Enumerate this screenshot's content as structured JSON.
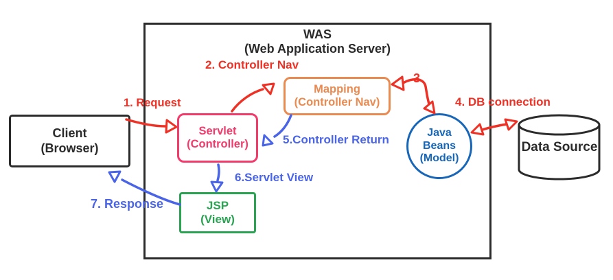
{
  "was": {
    "title_line1": "WAS",
    "title_line2": "(Web Application Server)"
  },
  "nodes": {
    "client": {
      "line1": "Client",
      "line2": "(Browser)"
    },
    "servlet": {
      "line1": "Servlet",
      "line2": "(Controller)"
    },
    "mapping": {
      "line1": "Mapping",
      "line2": "(Controller Nav)"
    },
    "jsp": {
      "line1": "JSP",
      "line2": "(View)"
    },
    "javabeans": {
      "line1": "Java",
      "line2": "Beans",
      "line3": "(Model)"
    },
    "datasource": {
      "label": "Data Source"
    }
  },
  "flows": {
    "request": {
      "label": "1. Request"
    },
    "controller_nav": {
      "label": "2. Controller Nav"
    },
    "mapping_to_model": {
      "label": "3"
    },
    "db_connection": {
      "label": "4. DB connection"
    },
    "controller_return": {
      "label": "5.Controller Return"
    },
    "servlet_view": {
      "label": "6.Servlet View"
    },
    "response": {
      "label": "7. Response"
    }
  },
  "colors": {
    "flow_red": "#ee3124",
    "flow_blue": "#4a64e8",
    "servlet_pink": "#f23a6b",
    "mapping_orange": "#e98a51",
    "jsp_green": "#2aa352",
    "model_blue": "#1766b8",
    "ink_black": "#2b2b2b"
  }
}
